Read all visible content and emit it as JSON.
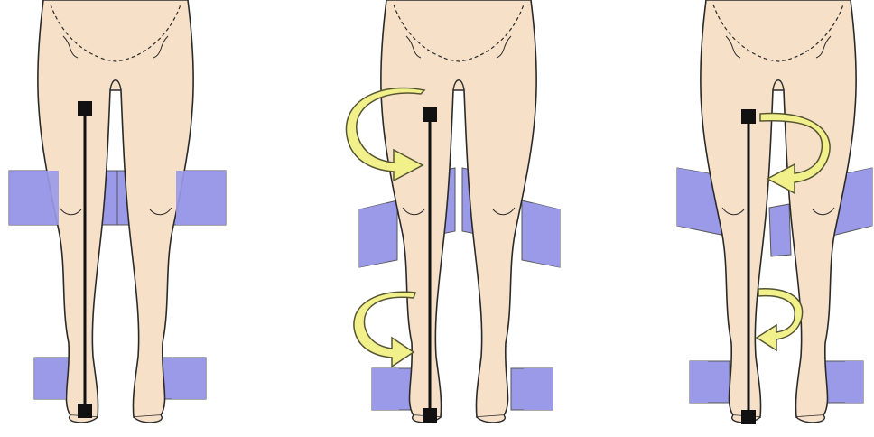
{
  "figure": {
    "panels": [
      {
        "id": "neutral",
        "description_icon": "legs-neutral-icon"
      },
      {
        "id": "internal-rotation",
        "description_icon": "legs-rotated-icon"
      },
      {
        "id": "external-rotation",
        "description_icon": "legs-rotated-icon"
      }
    ],
    "colors": {
      "skin": "#f6e0c8",
      "outline": "#2a2a2a",
      "plate": "#9a9ae8",
      "plate_dark": "#7b7bd2",
      "arrow": "#f2f08a",
      "arrow_outline": "#555533",
      "line": "#111111"
    }
  }
}
